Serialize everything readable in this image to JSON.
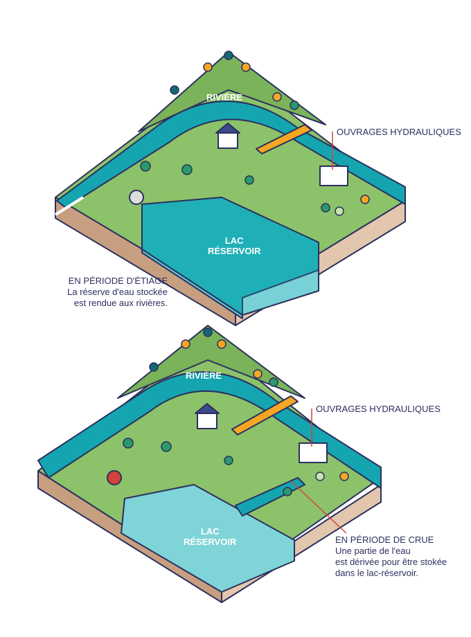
{
  "top_diagram": {
    "river_label": "RIVIÈRE",
    "works_label": "OUVRAGES HYDRAULIQUES",
    "lake_label_1": "LAC",
    "lake_label_2": "RÉSERVOIR",
    "caption_title": "EN PÉRIODE D'ÉTIAGE",
    "caption_line1": "La réserve d'eau stockée",
    "caption_line2": "est rendue aux rivières."
  },
  "bottom_diagram": {
    "river_label": "RIVIÈRE",
    "works_label": "OUVRAGES HYDRAULIQUES",
    "lake_label_1": "LAC",
    "lake_label_2": "RÉSERVOIR",
    "caption_title": "EN PÉRIODE DE CRUE",
    "caption_line1": "Une partie de l'eau",
    "caption_line2": "est dérivée pour être stokée",
    "caption_line3": "dans le lac-réservoir."
  },
  "colors": {
    "water": "#14a5b0",
    "grass": "#8cc26a",
    "soil": "#d9b89a",
    "ink": "#2b2f5e",
    "accent": "#f5a623",
    "pointer": "#d0453a"
  }
}
